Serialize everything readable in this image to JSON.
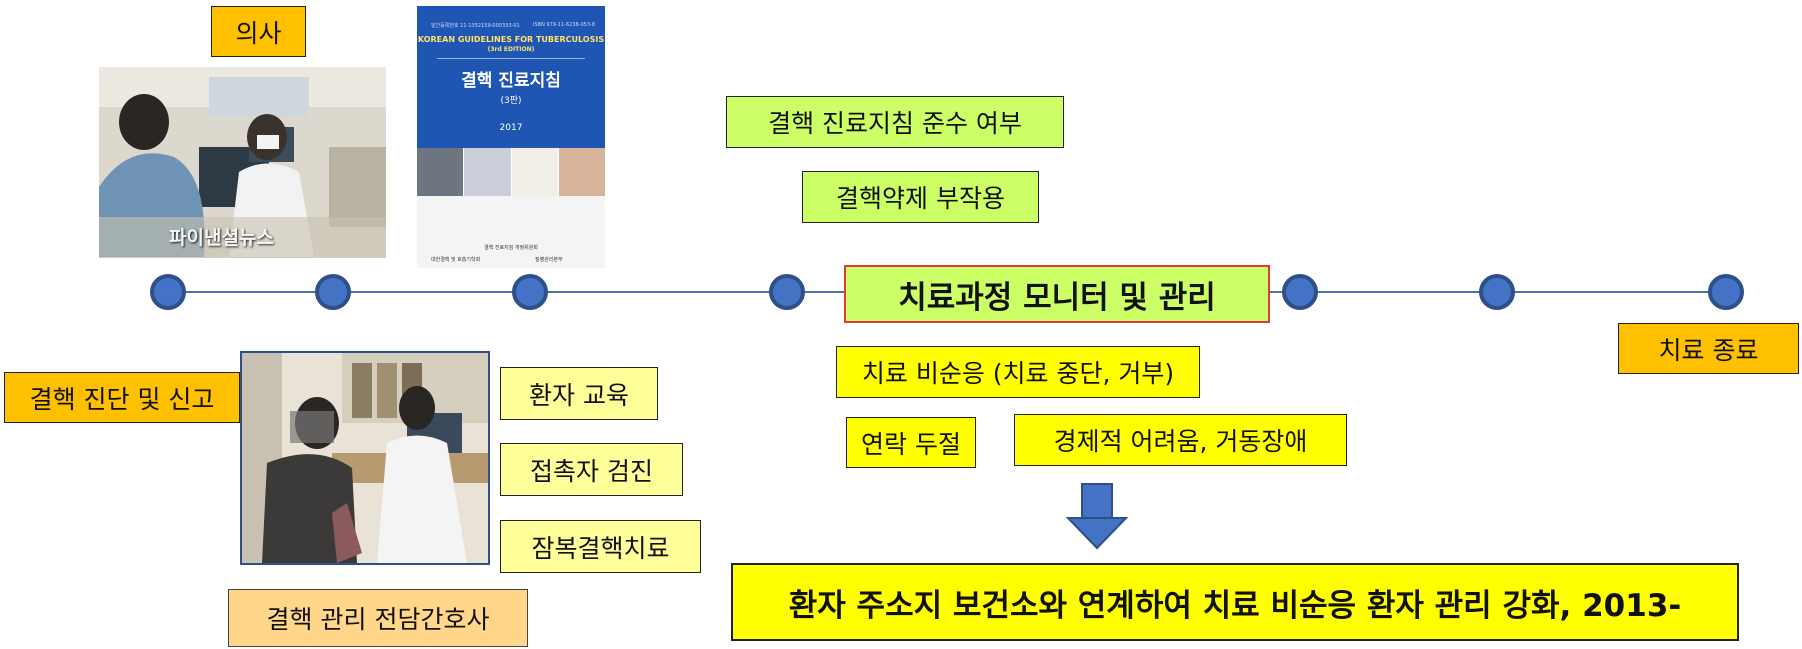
{
  "labels": {
    "doctor": "의사",
    "tb_diagnosis_report": "결핵 진단 및 신고",
    "tb_nurse": "결핵 관리 전담간호사",
    "patient_education": "환자 교육",
    "contact_screening": "접촉자 검진",
    "latent_tb_treatment": "잠복결핵치료",
    "guideline_compliance": "결핵 진료지침 준수 여부",
    "drug_side_effects": "결핵약제 부작용",
    "treatment_monitoring": "치료과정 모니터 및 관리",
    "nonadherence": "치료 비순응 (치료 중단, 거부)",
    "lost_contact": "연락 두절",
    "economic_mobility": "경제적 어려움, 거동장애",
    "treatment_end": "치료 종료",
    "strengthened_management": "환자 주소지 보건소와 연계하여 치료 비순응 환자 관리 강화, 2013-"
  },
  "book_cover": {
    "series_code": "발간등록번호 11-1352159-000333-01",
    "isbn": "ISBN 979-11-6238-053-8",
    "title_en": "KOREAN GUIDELINES FOR TUBERCULOSIS",
    "edition_en": "(3rd EDITION)",
    "title_ko": "결핵 진료지침",
    "edition_ko": "(3판)",
    "year": "2017",
    "publisher": "결핵 진료지침 개정위원회",
    "org1": "대한결핵 및 호흡기학회",
    "org2": "질병관리본부"
  },
  "photo_caption": "파이낸셜뉴스",
  "colors": {
    "timeline_line": "#4a72b0",
    "node_fill": "#4472c4",
    "node_stroke": "#2f4f8a",
    "arrow": "#4472c4",
    "main_border": "#e23a3a"
  }
}
